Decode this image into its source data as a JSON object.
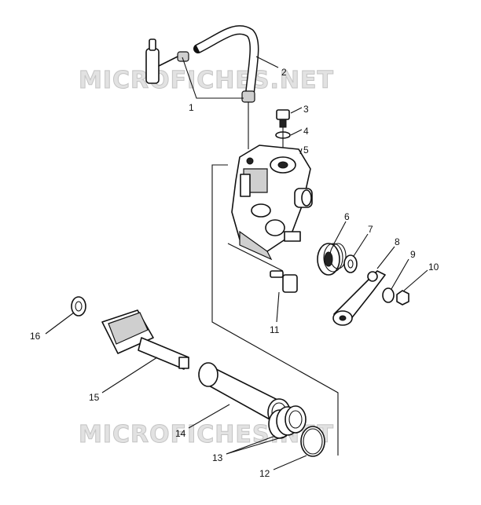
{
  "watermark": "MICROFICHES.NET",
  "labels": [
    "1",
    "2",
    "3",
    "4",
    "5",
    "6",
    "7",
    "8",
    "9",
    "10",
    "11",
    "12",
    "13",
    "14",
    "15",
    "16"
  ]
}
